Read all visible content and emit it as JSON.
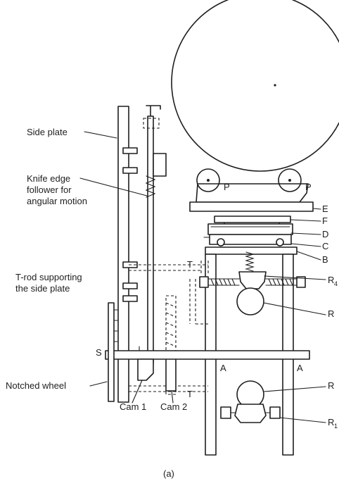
{
  "labels": {
    "side_plate": "Side plate",
    "knife_line1": "Knife edge",
    "knife_line2": "follower for",
    "knife_line3": "angular motion",
    "trod_line1": "T-rod supporting",
    "trod_line2": "the side plate",
    "notched_wheel": "Notched wheel",
    "cam1": "Cam 1",
    "cam2": "Cam 2",
    "s": "S",
    "t_upper": "T",
    "t_lower": "T",
    "p_left": "P",
    "p_right": "P",
    "a_left": "A",
    "a_right": "A",
    "e": "E",
    "f": "F",
    "d": "D",
    "c": "C",
    "b": "B",
    "r_upper_clamp": "R",
    "r_upper_clamp_sub": "4",
    "r_mid": "R",
    "r_low": "R",
    "r_low_clamp": "R",
    "r_low_clamp_sub": "1",
    "caption": "(a)"
  }
}
